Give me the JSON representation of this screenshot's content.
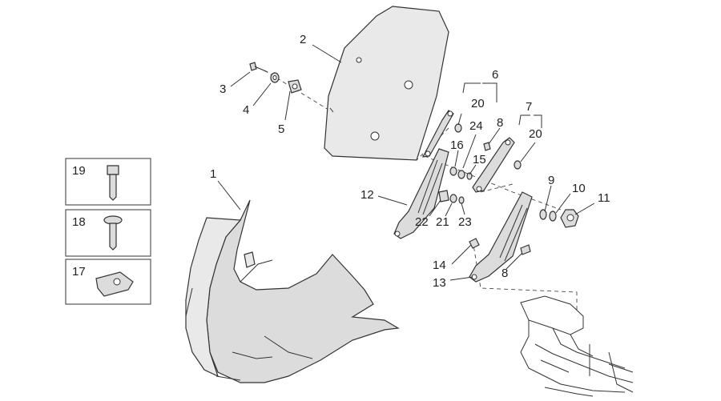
{
  "diagram": {
    "callouts": [
      "1",
      "2",
      "3",
      "4",
      "5",
      "6",
      "7",
      "8",
      "20",
      "24",
      "16",
      "15",
      "20",
      "12",
      "22",
      "21",
      "23",
      "9",
      "10",
      "11",
      "14",
      "13",
      "8",
      "19",
      "18",
      "17"
    ]
  },
  "colors": {
    "part_fill": "#dcdcdc",
    "line": "#333333"
  }
}
